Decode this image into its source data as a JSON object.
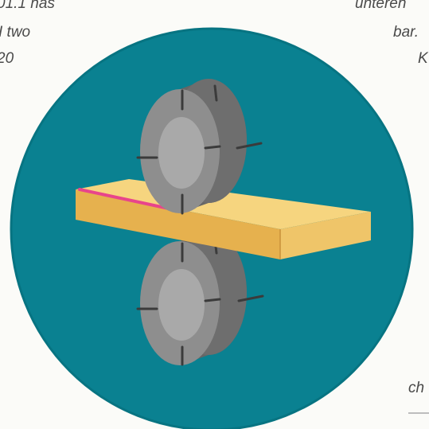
{
  "left_text": [
    "01.1 has",
    "I two",
    "20"
  ],
  "right_text": [
    "unteren",
    "bar.",
    "K",
    "ch"
  ],
  "colors": {
    "background": "#fbfbf8",
    "disc": "#0a8191",
    "disc_edge": "#077482",
    "bar_top": "#f6d57f",
    "bar_front": "#e6b14e",
    "bar_end": "#efc569",
    "bar_edge_highlight": "#e8458b",
    "roller_face": "#8e8e8e",
    "roller_side": "#6a6a6a",
    "roller_hub": "#a9a9a9",
    "roller_slot": "#3b3b3b"
  },
  "icons": [
    "rolling-mill-illustration",
    "roller-icon",
    "metal-bar-icon"
  ]
}
